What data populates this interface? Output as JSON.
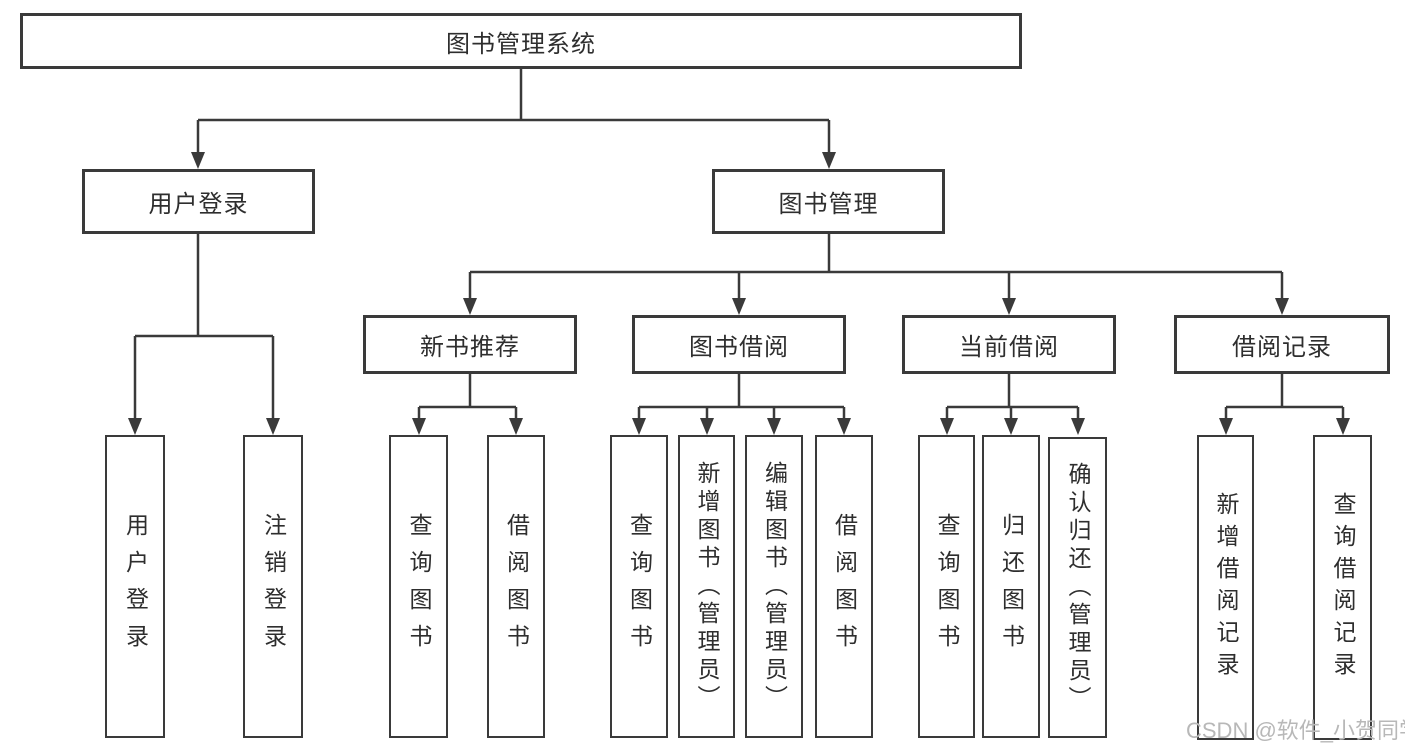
{
  "colors": {
    "line": "#3a3a3a",
    "text": "#2e2e2e",
    "watermark": "#b8b8b8"
  },
  "tree": {
    "root": "图书管理系统",
    "children": [
      {
        "label": "用户登录",
        "children": [
          {
            "label": "用户登录"
          },
          {
            "label": "注销登录"
          }
        ]
      },
      {
        "label": "图书管理",
        "children": [
          {
            "label": "新书推荐",
            "children": [
              {
                "label": "查询图书"
              },
              {
                "label": "借阅图书"
              }
            ]
          },
          {
            "label": "图书借阅",
            "children": [
              {
                "label": "查询图书"
              },
              {
                "label": "新增图书（管理员）"
              },
              {
                "label": "编辑图书（管理员）"
              },
              {
                "label": "借阅图书"
              }
            ]
          },
          {
            "label": "当前借阅",
            "children": [
              {
                "label": "查询图书"
              },
              {
                "label": "归还图书"
              },
              {
                "label": "确认归还（管理员）"
              }
            ]
          },
          {
            "label": "借阅记录",
            "children": [
              {
                "label": "新增借阅记录"
              },
              {
                "label": "查询借阅记录"
              }
            ]
          }
        ]
      }
    ]
  },
  "watermark": {
    "text": "CSDN @软件_小贺同学"
  }
}
